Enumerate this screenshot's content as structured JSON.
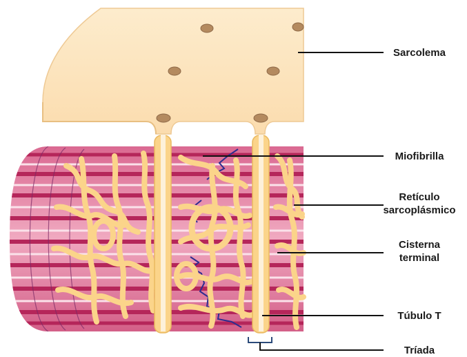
{
  "labels": {
    "sarcolema": "Sarcolema",
    "miofibrilla": "Miofibrilla",
    "reticulo_1": "Retículo",
    "reticulo_2": "sarcoplásmico",
    "cisterna_1": "Cisterna",
    "cisterna_2": "terminal",
    "tubulo": "Túbulo T",
    "triada": "Tríada"
  },
  "colors": {
    "sarcolemma_fill": "#fde6bf",
    "sarcolemma_edge": "#f0cf98",
    "reticulum": "#fbd48a",
    "reticulum_edge": "#eab960",
    "fibre_base": "#c94f7a",
    "fibre_light": "#f2b4c7",
    "band_dark": "#b5265a",
    "z_line": "#2d2d8f",
    "leader": "#111111"
  }
}
